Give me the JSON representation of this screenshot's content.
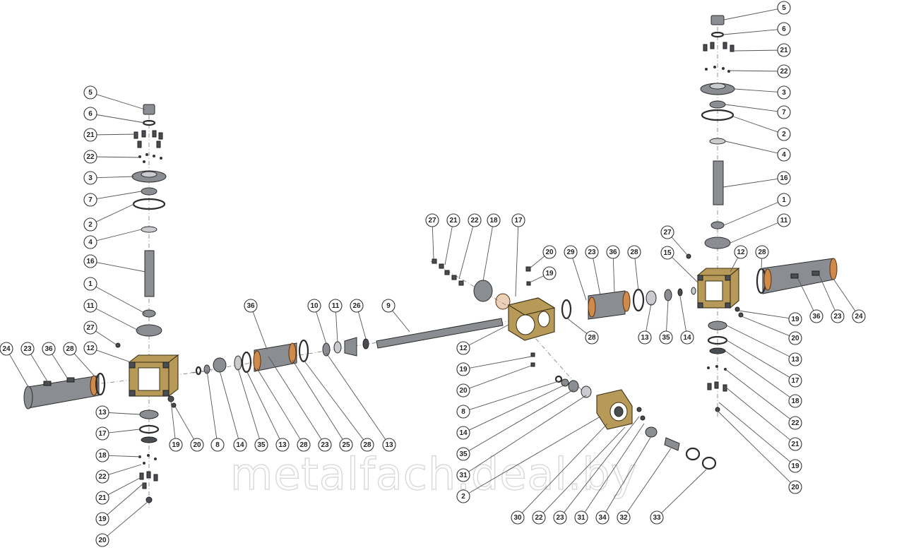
{
  "watermark": "metalfach.deal.by",
  "colors": {
    "housing": "#b79a58",
    "steel": "#8a8d92",
    "copper_band": "#d08a4a"
  },
  "callouts": [
    {
      "id": "L5",
      "label": "5"
    },
    {
      "id": "L6",
      "label": "6"
    },
    {
      "id": "L21a",
      "label": "21"
    },
    {
      "id": "L22a",
      "label": "22"
    },
    {
      "id": "L3",
      "label": "3"
    },
    {
      "id": "L7",
      "label": "7"
    },
    {
      "id": "L2",
      "label": "2"
    },
    {
      "id": "L4",
      "label": "4"
    },
    {
      "id": "L16",
      "label": "16"
    },
    {
      "id": "L1",
      "label": "1"
    },
    {
      "id": "L11",
      "label": "11"
    },
    {
      "id": "L27",
      "label": "27"
    },
    {
      "id": "L12",
      "label": "12"
    },
    {
      "id": "L24",
      "label": "24"
    },
    {
      "id": "L23",
      "label": "23"
    },
    {
      "id": "L36",
      "label": "36"
    },
    {
      "id": "L28",
      "label": "28"
    },
    {
      "id": "L13",
      "label": "13"
    },
    {
      "id": "L17",
      "label": "17"
    },
    {
      "id": "L18",
      "label": "18"
    },
    {
      "id": "L22b",
      "label": "22"
    },
    {
      "id": "L21b",
      "label": "21"
    },
    {
      "id": "L19a",
      "label": "19"
    },
    {
      "id": "L20a",
      "label": "20"
    },
    {
      "id": "L19b",
      "label": "19"
    },
    {
      "id": "L20b",
      "label": "20"
    },
    {
      "id": "M8",
      "label": "8"
    },
    {
      "id": "M14",
      "label": "14"
    },
    {
      "id": "M35",
      "label": "35"
    },
    {
      "id": "M13",
      "label": "13"
    },
    {
      "id": "M28",
      "label": "28"
    },
    {
      "id": "M23",
      "label": "23"
    },
    {
      "id": "M25",
      "label": "25"
    },
    {
      "id": "M28b",
      "label": "28"
    },
    {
      "id": "M13b",
      "label": "13"
    },
    {
      "id": "M36",
      "label": "36"
    },
    {
      "id": "M10",
      "label": "10"
    },
    {
      "id": "M11",
      "label": "11"
    },
    {
      "id": "M26",
      "label": "26"
    },
    {
      "id": "M9",
      "label": "9"
    },
    {
      "id": "C27",
      "label": "27"
    },
    {
      "id": "C21",
      "label": "21"
    },
    {
      "id": "C22",
      "label": "22"
    },
    {
      "id": "C18",
      "label": "18"
    },
    {
      "id": "C17",
      "label": "17"
    },
    {
      "id": "C20",
      "label": "20"
    },
    {
      "id": "C19",
      "label": "19"
    },
    {
      "id": "C29",
      "label": "29"
    },
    {
      "id": "C23",
      "label": "23"
    },
    {
      "id": "C36",
      "label": "36"
    },
    {
      "id": "C28",
      "label": "28"
    },
    {
      "id": "C28b",
      "label": "28"
    },
    {
      "id": "C13",
      "label": "13"
    },
    {
      "id": "C35",
      "label": "35"
    },
    {
      "id": "C14",
      "label": "14"
    },
    {
      "id": "C12",
      "label": "12"
    },
    {
      "id": "C19b",
      "label": "19"
    },
    {
      "id": "C20b",
      "label": "20"
    },
    {
      "id": "C8",
      "label": "8"
    },
    {
      "id": "C14b",
      "label": "14"
    },
    {
      "id": "C35b",
      "label": "35"
    },
    {
      "id": "C31",
      "label": "31"
    },
    {
      "id": "C2",
      "label": "2"
    },
    {
      "id": "C30",
      "label": "30"
    },
    {
      "id": "C22b",
      "label": "22"
    },
    {
      "id": "C23b",
      "label": "23"
    },
    {
      "id": "C31b",
      "label": "31"
    },
    {
      "id": "C34",
      "label": "34"
    },
    {
      "id": "C32",
      "label": "32"
    },
    {
      "id": "C33",
      "label": "33"
    },
    {
      "id": "R5",
      "label": "5"
    },
    {
      "id": "R6",
      "label": "6"
    },
    {
      "id": "R21",
      "label": "21"
    },
    {
      "id": "R22",
      "label": "22"
    },
    {
      "id": "R3",
      "label": "3"
    },
    {
      "id": "R7",
      "label": "7"
    },
    {
      "id": "R2",
      "label": "2"
    },
    {
      "id": "R4",
      "label": "4"
    },
    {
      "id": "R16",
      "label": "16"
    },
    {
      "id": "R1",
      "label": "1"
    },
    {
      "id": "R11",
      "label": "11"
    },
    {
      "id": "R27",
      "label": "27"
    },
    {
      "id": "R15",
      "label": "15"
    },
    {
      "id": "R12",
      "label": "12"
    },
    {
      "id": "R28",
      "label": "28"
    },
    {
      "id": "R19",
      "label": "19"
    },
    {
      "id": "R36",
      "label": "36"
    },
    {
      "id": "R23",
      "label": "23"
    },
    {
      "id": "R24",
      "label": "24"
    },
    {
      "id": "R20",
      "label": "20"
    },
    {
      "id": "R13",
      "label": "13"
    },
    {
      "id": "R17",
      "label": "17"
    },
    {
      "id": "R18",
      "label": "18"
    },
    {
      "id": "R22b",
      "label": "22"
    },
    {
      "id": "R21b",
      "label": "21"
    },
    {
      "id": "R19b",
      "label": "19"
    },
    {
      "id": "R20b",
      "label": "20"
    }
  ]
}
